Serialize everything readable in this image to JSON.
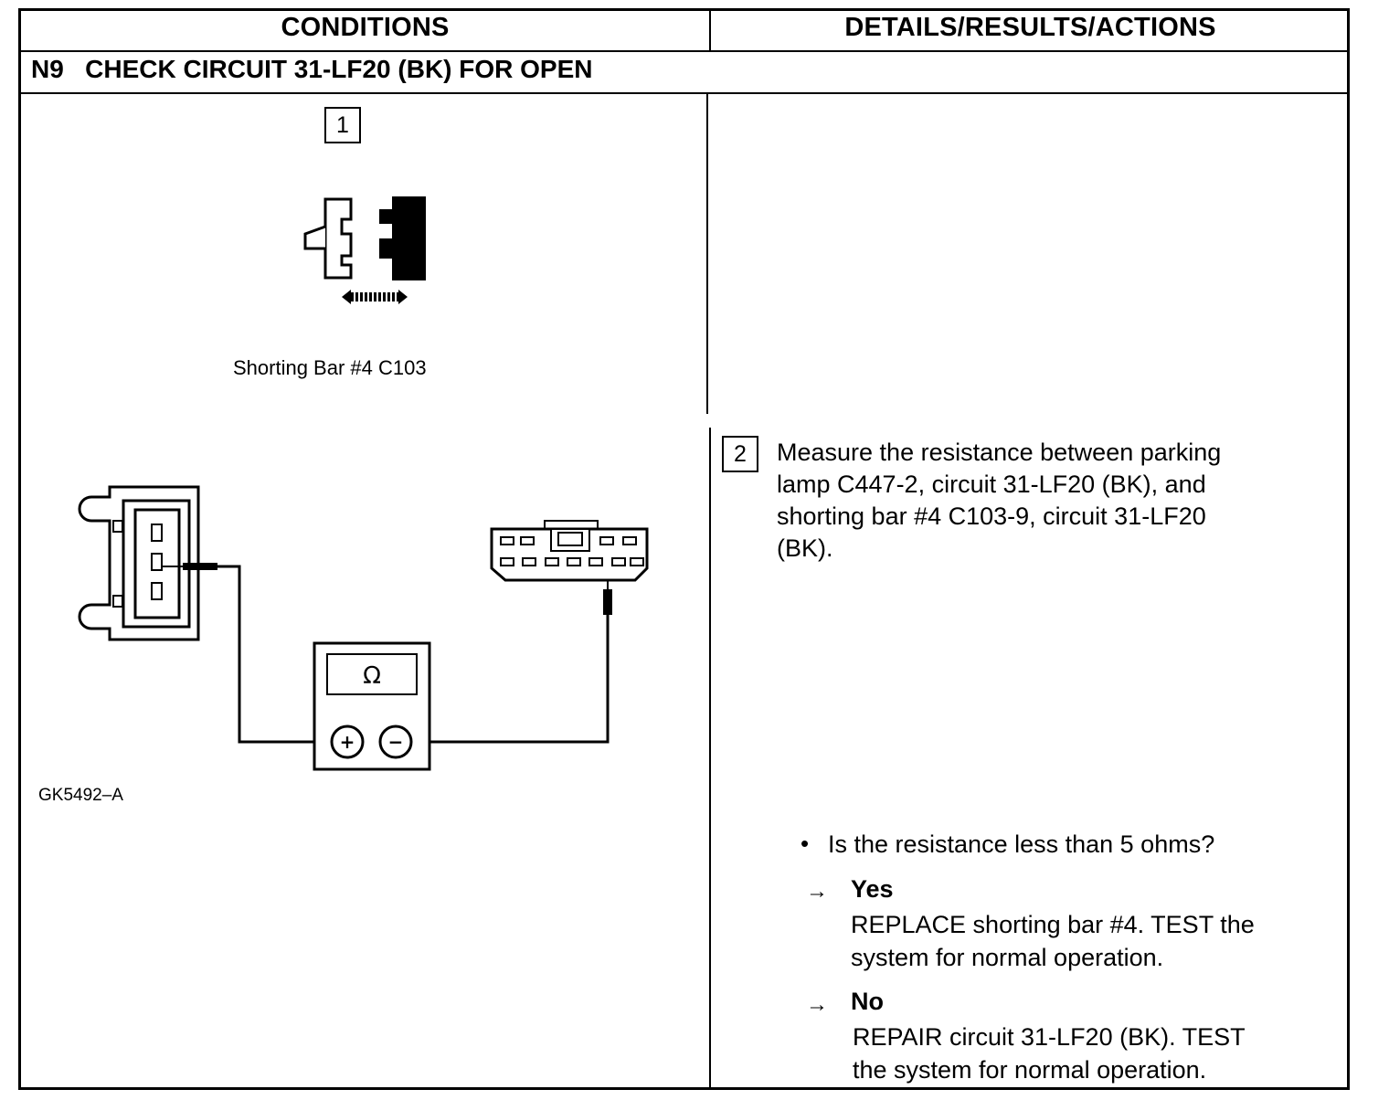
{
  "table": {
    "col_conditions": "CONDITIONS",
    "col_details": "DETAILS/RESULTS/ACTIONS"
  },
  "step_title": "N9   CHECK CIRCUIT 31-LF20 (BK) FOR OPEN",
  "step1": {
    "number": "1",
    "caption": "Shorting Bar #4 C103"
  },
  "step2": {
    "number": "2",
    "figure_code": "GK5492–A",
    "meter_symbol": "Ω",
    "plus": "+",
    "minus": "−",
    "instruction_lines": [
      "Measure the resistance between parking",
      "lamp C447-2, circuit 31-LF20 (BK), and",
      "shorting bar #4 C103-9, circuit 31-LF20",
      "(BK)."
    ],
    "question": "Is the resistance less than 5 ohms?",
    "answers": [
      {
        "label": "Yes",
        "lines": [
          "REPLACE shorting bar #4. TEST the",
          "system for normal operation."
        ]
      },
      {
        "label": "No",
        "lines": [
          "REPAIR circuit 31-LF20 (BK). TEST",
          "the system for normal operation."
        ]
      }
    ]
  }
}
